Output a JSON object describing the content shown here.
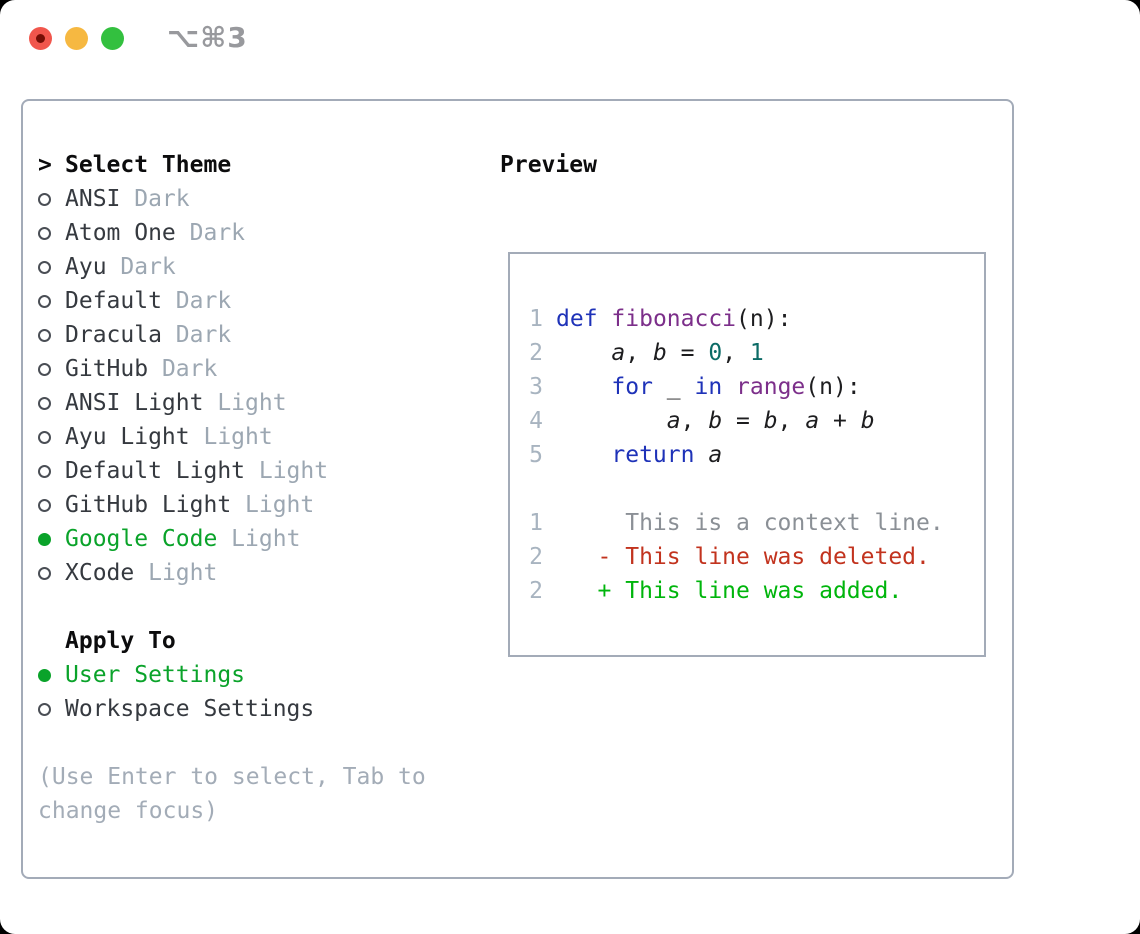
{
  "titlebar": {
    "title": "⌥⌘3"
  },
  "theme_panel": {
    "header": {
      "marker": ">",
      "label": "Select Theme"
    },
    "items": [
      {
        "name": "ANSI",
        "tag": "Dark",
        "selected": false
      },
      {
        "name": "Atom One",
        "tag": "Dark",
        "selected": false
      },
      {
        "name": "Ayu",
        "tag": "Dark",
        "selected": false
      },
      {
        "name": "Default",
        "tag": "Dark",
        "selected": false
      },
      {
        "name": "Dracula",
        "tag": "Dark",
        "selected": false
      },
      {
        "name": "GitHub",
        "tag": "Dark",
        "selected": false
      },
      {
        "name": "ANSI Light",
        "tag": "Light",
        "selected": false
      },
      {
        "name": "Ayu Light",
        "tag": "Light",
        "selected": false
      },
      {
        "name": "Default Light",
        "tag": "Light",
        "selected": false
      },
      {
        "name": "GitHub Light",
        "tag": "Light",
        "selected": false
      },
      {
        "name": "Google Code",
        "tag": "Light",
        "selected": true
      },
      {
        "name": "XCode",
        "tag": "Light",
        "selected": false
      }
    ],
    "apply_to": {
      "label": "Apply To",
      "options": [
        {
          "label": "User Settings",
          "selected": true
        },
        {
          "label": "Workspace Settings",
          "selected": false
        }
      ]
    },
    "help_lines": [
      "(Use Enter to select, Tab to",
      "change focus)"
    ]
  },
  "preview": {
    "label": "Preview",
    "lines": [
      {
        "num": "1",
        "segments": [
          {
            "t": "def",
            "c": "kw"
          },
          {
            "t": " ",
            "c": "pl"
          },
          {
            "t": "fibonacci",
            "c": "fn"
          },
          {
            "t": "(n):",
            "c": "pl"
          }
        ]
      },
      {
        "num": "2",
        "segments": [
          {
            "t": "    ",
            "c": "pl"
          },
          {
            "t": "a",
            "c": "var"
          },
          {
            "t": ", ",
            "c": "pl"
          },
          {
            "t": "b",
            "c": "var"
          },
          {
            "t": " = ",
            "c": "pl"
          },
          {
            "t": "0",
            "c": "num"
          },
          {
            "t": ", ",
            "c": "pl"
          },
          {
            "t": "1",
            "c": "num"
          }
        ]
      },
      {
        "num": "3",
        "segments": [
          {
            "t": "    ",
            "c": "pl"
          },
          {
            "t": "for",
            "c": "kw"
          },
          {
            "t": " _ ",
            "c": "pl"
          },
          {
            "t": "in",
            "c": "kw"
          },
          {
            "t": " ",
            "c": "pl"
          },
          {
            "t": "range",
            "c": "fn"
          },
          {
            "t": "(n):",
            "c": "pl"
          }
        ]
      },
      {
        "num": "4",
        "segments": [
          {
            "t": "        ",
            "c": "pl"
          },
          {
            "t": "a",
            "c": "var"
          },
          {
            "t": ", ",
            "c": "pl"
          },
          {
            "t": "b",
            "c": "var"
          },
          {
            "t": " = ",
            "c": "pl"
          },
          {
            "t": "b",
            "c": "var"
          },
          {
            "t": ", ",
            "c": "pl"
          },
          {
            "t": "a",
            "c": "var"
          },
          {
            "t": " + ",
            "c": "pl"
          },
          {
            "t": "b",
            "c": "var"
          }
        ]
      },
      {
        "num": "5",
        "segments": [
          {
            "t": "    ",
            "c": "pl"
          },
          {
            "t": "return",
            "c": "kw"
          },
          {
            "t": " ",
            "c": "pl"
          },
          {
            "t": "a",
            "c": "var"
          }
        ]
      },
      {
        "num": "",
        "segments": []
      },
      {
        "num": "1",
        "segments": [
          {
            "t": "     This is a context line.",
            "c": "ctx"
          }
        ]
      },
      {
        "num": "2",
        "segments": [
          {
            "t": "   - This line was deleted.",
            "c": "del"
          }
        ]
      },
      {
        "num": "2",
        "segments": [
          {
            "t": "   + This line was added.",
            "c": "add"
          }
        ]
      }
    ]
  },
  "colors": {
    "accent_green": "#0aa32a",
    "added_green": "#00b50c",
    "deleted_red": "#c2331e",
    "context_gray": "#8b9096",
    "keyword_blue": "#1e32b8",
    "function_purple": "#7c2f8a",
    "number_teal": "#0c6b66",
    "code_text": "#1d1d1f",
    "line_number": "#a8b4c0",
    "item_text": "#35393f",
    "tag_gray": "#9ca7b2",
    "help_gray": "#a3acb7",
    "header_text": "#0c0c0d",
    "border_gray": "#a3abb8",
    "title_gray": "#98999d",
    "light_red": "#f1564c",
    "light_red_dot": "#750e05",
    "light_yellow": "#f6b841",
    "light_green": "#33c03f"
  }
}
